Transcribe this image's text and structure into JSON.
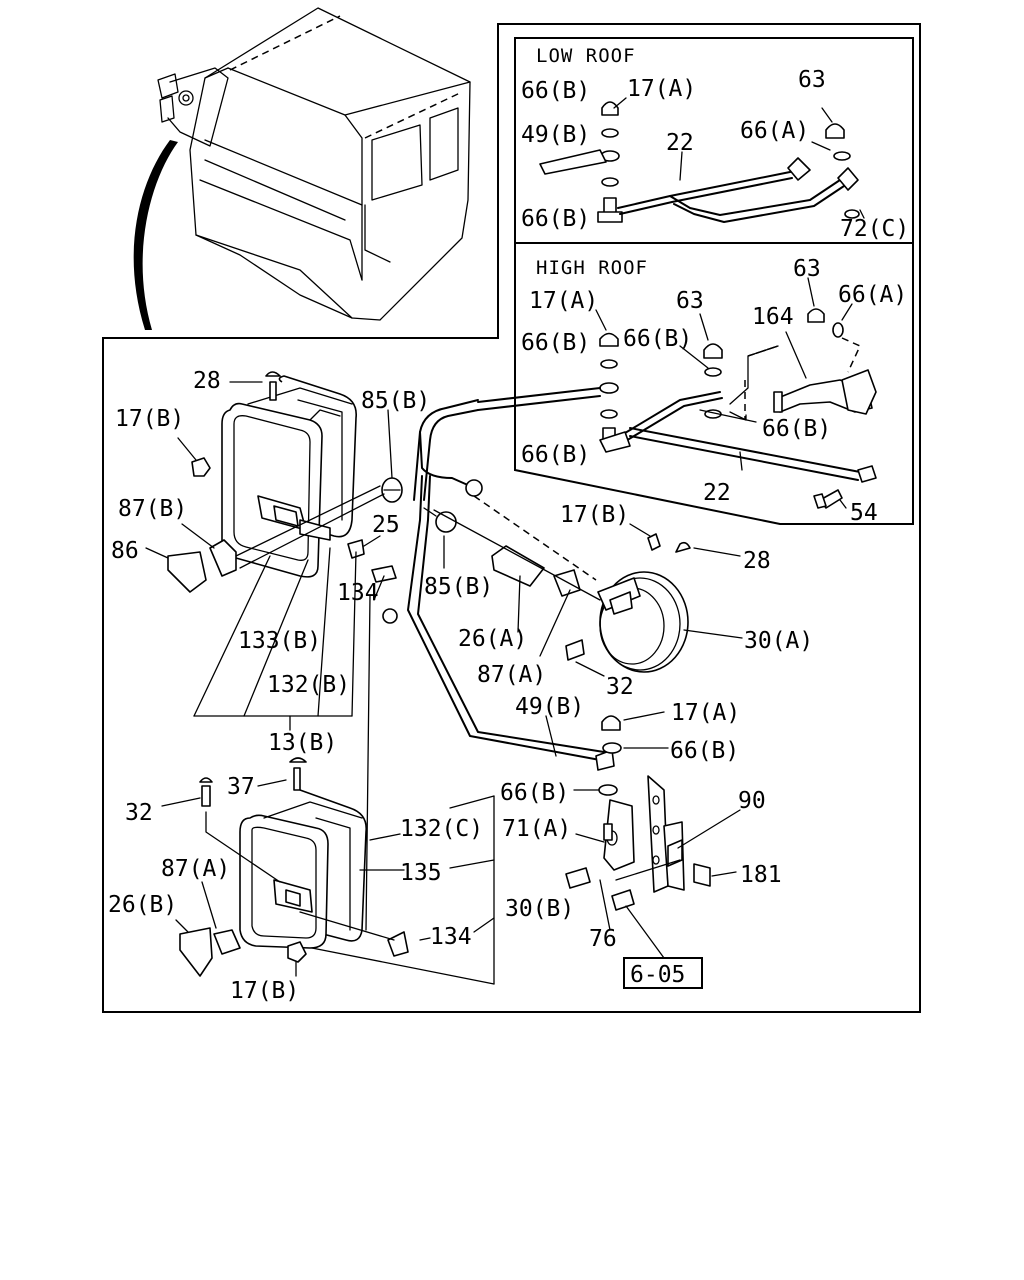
{
  "insets": {
    "low_roof": {
      "title": "LOW ROOF",
      "labels": [
        "66(B)",
        "17(A)",
        "63",
        "49(B)",
        "22",
        "66(A)",
        "66(B)",
        "72(C)"
      ]
    },
    "high_roof": {
      "title": "HIGH ROOF",
      "labels": [
        "63",
        "17(A)",
        "66(A)",
        "63",
        "164",
        "66(B)",
        "66(B)",
        "66(B)",
        "66(B)",
        "22",
        "54"
      ]
    }
  },
  "main": {
    "labels": [
      "28",
      "85(B)",
      "17(B)",
      "87(B)",
      "86",
      "25",
      "134",
      "133(B)",
      "132(B)",
      "13(B)",
      "85(B)",
      "17(B)",
      "28",
      "26(A)",
      "30(A)",
      "87(A)",
      "32",
      "49(B)",
      "17(A)",
      "66(B)",
      "66(B)",
      "90",
      "37",
      "32",
      "132(C)",
      "71(A)",
      "87(A)",
      "135",
      "181",
      "26(B)",
      "30(B)",
      "134",
      "76",
      "17(B)"
    ],
    "reference_box": "6-05"
  }
}
